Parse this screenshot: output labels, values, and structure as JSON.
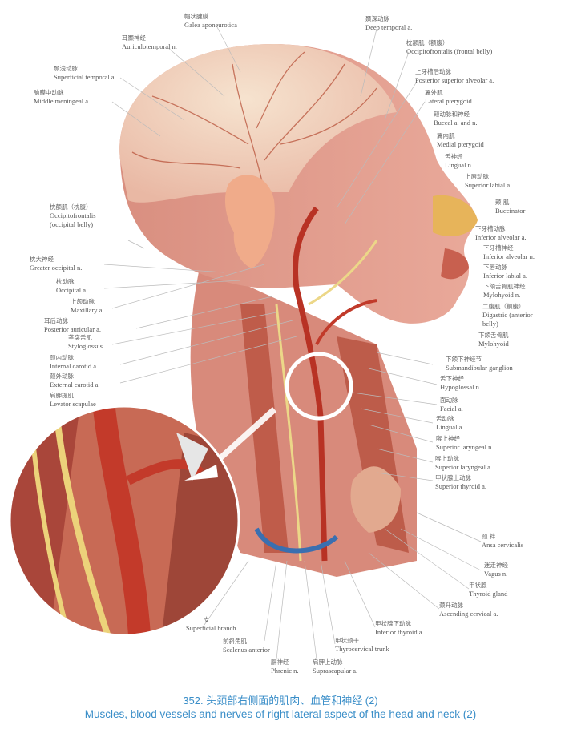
{
  "colors": {
    "caption": "#3a8ec8",
    "skin": "#e3a394",
    "muscle": "#b9503f",
    "artery": "#c0392b",
    "nerve": "#e8d37a",
    "label": "#555555"
  },
  "labels": [
    {
      "id": "galea",
      "zh": "帽状腱膜",
      "en": "Galea aponeurotica"
    },
    {
      "id": "auriculotemporal",
      "zh": "耳颞神经",
      "en": "Auriculotemporal n."
    },
    {
      "id": "sup-temporal",
      "zh": "颞浅动脉",
      "en": "Superficial temporal a."
    },
    {
      "id": "middle-meningeal",
      "zh": "脑膜中动脉",
      "en": "Middle meningeal a."
    },
    {
      "id": "deep-temporal",
      "zh": "颞深动脉",
      "en": "Deep temporal a."
    },
    {
      "id": "occipitofrontalis-frontal",
      "zh": "枕额肌（额腹）",
      "en": "Occipitofrontalis (frontal belly)"
    },
    {
      "id": "post-sup-alveolar",
      "zh": "上牙槽后动脉",
      "en": "Posterior superior alveolar a."
    },
    {
      "id": "lateral-pterygoid",
      "zh": "翼外肌",
      "en": "Lateral pterygoid"
    },
    {
      "id": "buccal",
      "zh": "颊动脉和神经",
      "en": "Buccal a. and n."
    },
    {
      "id": "medial-pterygoid",
      "zh": "翼内肌",
      "en": "Medial pterygoid"
    },
    {
      "id": "lingual-n",
      "zh": "舌神经",
      "en": "Lingual n."
    },
    {
      "id": "sup-labial",
      "zh": "上唇动脉",
      "en": "Superior labial a."
    },
    {
      "id": "buccinator",
      "zh": "颊 肌",
      "en": "Buccinator"
    },
    {
      "id": "inf-alveolar-a",
      "zh": "下牙槽动脉",
      "en": "Inferior alveolar a."
    },
    {
      "id": "inf-alveolar-n",
      "zh": "下牙槽神经",
      "en": "Inferior alveolar n."
    },
    {
      "id": "inf-labial",
      "zh": "下唇动脉",
      "en": "Inferior labial a."
    },
    {
      "id": "mylohyoid-n",
      "zh": "下颌舌骨肌神经",
      "en": "Mylohyoid n."
    },
    {
      "id": "digastric",
      "zh": "二腹肌（前腹）",
      "en": "Digastric (anterior belly)"
    },
    {
      "id": "mylohyoid",
      "zh": "下颌舌骨肌",
      "en": "Mylohyoid"
    },
    {
      "id": "submandibular-ganglion",
      "zh": "下颌下神经节",
      "en": "Submandibular ganglion"
    },
    {
      "id": "hypoglossal",
      "zh": "舌下神经",
      "en": "Hypoglossal n."
    },
    {
      "id": "facial-a",
      "zh": "面动脉",
      "en": "Facial a."
    },
    {
      "id": "lingual-a",
      "zh": "舌动脉",
      "en": "Lingual a."
    },
    {
      "id": "sup-laryngeal-n",
      "zh": "喉上神经",
      "en": "Superior laryngeal n."
    },
    {
      "id": "sup-laryngeal-a",
      "zh": "喉上动脉",
      "en": "Superior laryngeal a."
    },
    {
      "id": "sup-thyroid",
      "zh": "甲状腺上动脉",
      "en": "Superior thyroid a."
    },
    {
      "id": "ansa-cervicalis",
      "zh": "颈 袢",
      "en": "Ansa cervicalis"
    },
    {
      "id": "vagus",
      "zh": "迷走神经",
      "en": "Vagus n."
    },
    {
      "id": "thyroid-gland",
      "zh": "甲状腺",
      "en": "Thyroid gland"
    },
    {
      "id": "ascending-cervical",
      "zh": "颈升动脉",
      "en": "Ascending cervical a."
    },
    {
      "id": "inf-thyroid",
      "zh": "甲状腺下动脉",
      "en": "Inferior thyroid a."
    },
    {
      "id": "thyrocervical",
      "zh": "甲状颈干",
      "en": "Thyrocervical trunk"
    },
    {
      "id": "scalenus-anterior",
      "zh": "前斜角肌",
      "en": "Scalenus anterior"
    },
    {
      "id": "phrenic",
      "zh": "膈神经",
      "en": "Phrenic n."
    },
    {
      "id": "suprascapular",
      "zh": "肩胛上动脉",
      "en": "Suprascapular a."
    },
    {
      "id": "superficial-branch",
      "zh": "支",
      "en": "Superficial branch"
    },
    {
      "id": "occipitofrontalis-occipital",
      "zh": "枕额肌（枕腹）",
      "en": "Occipitofrontalis (occipital belly)"
    },
    {
      "id": "greater-occipital",
      "zh": "枕大神经",
      "en": "Greater occipital n."
    },
    {
      "id": "occipital-a",
      "zh": "枕动脉",
      "en": "Occipital a."
    },
    {
      "id": "maxillary",
      "zh": "上颌动脉",
      "en": "Maxillary a."
    },
    {
      "id": "post-auricular",
      "zh": "耳后动脉",
      "en": "Posterior auricular a."
    },
    {
      "id": "styloglossus",
      "zh": "茎突舌肌",
      "en": "Styloglossus"
    },
    {
      "id": "internal-carotid",
      "zh": "颈内动脉",
      "en": "Internal carotid a."
    },
    {
      "id": "external-carotid",
      "zh": "颈外动脉",
      "en": "External carotid a."
    },
    {
      "id": "levator-scapulae",
      "zh": "肩胛提肌",
      "en": "Levator scapulae"
    }
  ],
  "caption": {
    "zh": "352. 头颈部右侧面的肌肉、血管和神经 (2)",
    "en": "Muscles, blood vessels and nerves of right lateral aspect of the head and neck (2)"
  }
}
